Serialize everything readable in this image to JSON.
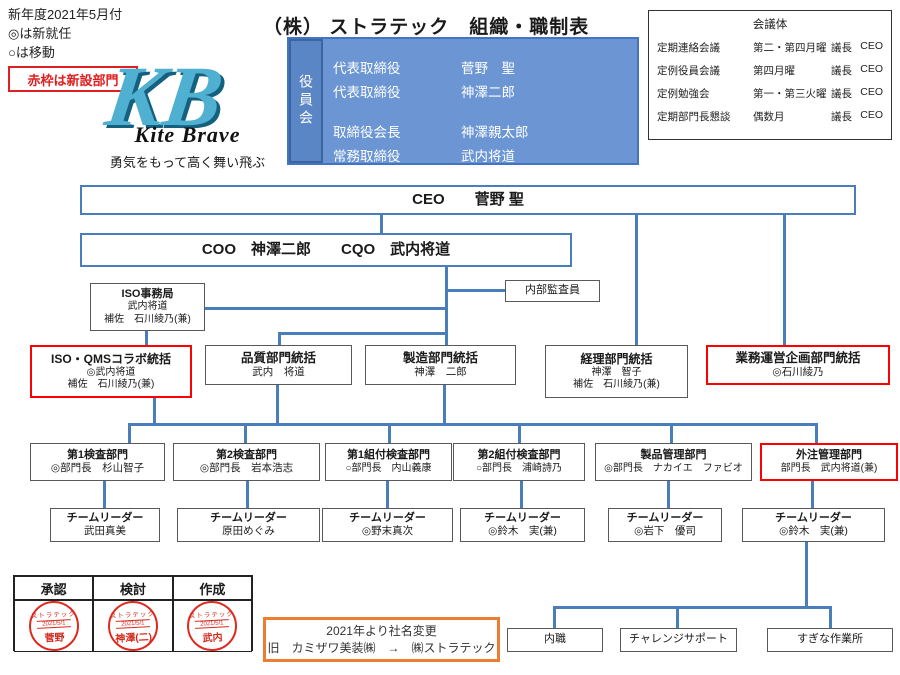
{
  "legend": {
    "line1": "新年度2021年5月付",
    "line2": "◎は新就任",
    "line3": "○は移動",
    "new_dept_note": "赤枠は新設部門"
  },
  "logo": {
    "mark": "KB",
    "name": "Kite Brave",
    "tagline": "勇気をもって高く舞い飛ぶ"
  },
  "title": "（株） ストラテック　組織・職制表",
  "board": {
    "label": "役員会",
    "members": [
      {
        "role": "代表取締役",
        "name": "菅野　聖"
      },
      {
        "role": "代表取締役",
        "name": "神澤二郎"
      },
      {
        "role": "取締役会長",
        "name": "神澤親太郎"
      },
      {
        "role": "常務取締役",
        "name": "武内将道"
      }
    ]
  },
  "meetings": {
    "title": "会議体",
    "rows": [
      {
        "name": "定期連絡会議",
        "schedule": "第二・第四月曜",
        "chair": "議長",
        "who": "CEO"
      },
      {
        "name": "定例役員会議",
        "schedule": "第四月曜",
        "chair": "議長",
        "who": "CEO"
      },
      {
        "name": "定例勉強会",
        "schedule": "第一・第三火曜",
        "chair": "議長",
        "who": "CEO"
      },
      {
        "name": "定期部門長懇談",
        "schedule": "偶数月",
        "chair": "議長",
        "who": "CEO"
      }
    ]
  },
  "ceo_box": "CEO　　菅野 聖",
  "coo_box": "COO　神澤二郎　　CQO　武内将道",
  "iso_office": {
    "title": "ISO事務局",
    "name": "武内将道",
    "assistant": "補佐　石川綾乃(兼)"
  },
  "internal_auditor": "内部監査員",
  "divisions": [
    {
      "title": "ISO・QMSコラボ統括",
      "line2": "◎武内将道",
      "line3": "補佐　石川綾乃(兼)",
      "red": true
    },
    {
      "title": "品質部門統括",
      "line2": "武内　将道",
      "red": false
    },
    {
      "title": "製造部門統括",
      "line2": "神澤　二郎",
      "red": false
    },
    {
      "title": "経理部門統括",
      "line2": "神澤　智子",
      "line3": "補佐　石川綾乃(兼)",
      "red": false
    },
    {
      "title": "業務運営企画部門統括",
      "line2": "◎石川綾乃",
      "red": true
    }
  ],
  "departments": [
    {
      "title": "第1検査部門",
      "head": "◎部門長　杉山智子",
      "red": false
    },
    {
      "title": "第2検査部門",
      "head": "◎部門長　岩本浩志",
      "red": false
    },
    {
      "title": "第1組付検査部門",
      "head": "○部門長　内山義康",
      "red": false
    },
    {
      "title": "第2組付検査部門",
      "head": "○部門長　浦崎詩乃",
      "red": false
    },
    {
      "title": "製品管理部門",
      "head": "◎部門長　ナカイエ　ファビオ",
      "red": false
    },
    {
      "title": "外注管理部門",
      "head": "部門長　武内将道(兼)",
      "red": true
    }
  ],
  "team_leaders": [
    {
      "title": "チームリーダー",
      "name": "武田真美"
    },
    {
      "title": "チームリーダー",
      "name": "原田めぐみ"
    },
    {
      "title": "チームリーダー",
      "name": "◎野末真次"
    },
    {
      "title": "チームリーダー",
      "name": "◎鈴木　実(兼)"
    },
    {
      "title": "チームリーダー",
      "name": "◎岩下　優司"
    },
    {
      "title": "チームリーダー",
      "name": "◎鈴木　実(兼)"
    }
  ],
  "approval": {
    "headers": [
      "承認",
      "検討",
      "作成"
    ],
    "stamps": [
      {
        "company": "ストラテック",
        "date": "2021/5/1",
        "name": "菅野"
      },
      {
        "company": "ストラテック",
        "date": "2021/5/1",
        "name": "神澤(二)"
      },
      {
        "company": "ストラテック",
        "date": "2021/5/1",
        "name": "武内"
      }
    ]
  },
  "note": {
    "line1": "2021年より社名変更",
    "line2": "旧　カミザワ美装㈱　→　㈱ストラテック"
  },
  "partners": [
    "内職",
    "チャレンジサポート",
    "すぎな作業所"
  ],
  "colors": {
    "connector_blue": "#4a7ebb",
    "board_fill": "#6b95d3",
    "board_strip": "#5b86c6",
    "new_dept_red": "#ff0000",
    "note_orange": "#ed7d31",
    "stamp_red": "#d42a1e",
    "logo_teal": "#4fb0d2"
  }
}
